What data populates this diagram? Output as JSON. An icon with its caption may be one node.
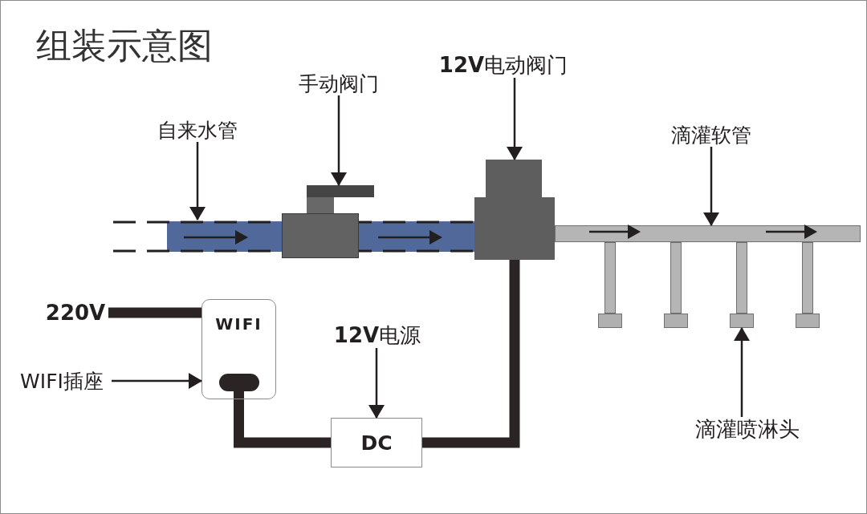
{
  "diagram": {
    "title": "组装示意图",
    "nodes": [
      {
        "text": [
          "自来水管"
        ]
      },
      {
        "text": [],
        "shape": "bar"
      },
      {
        "text": [
          "手动阀门"
        ]
      },
      {
        "text": [],
        "shape": "box"
      },
      {
        "text": [
          "**12V**电动阀门"
        ]
      },
      {
        "text": [],
        "shape": "box"
      },
      {
        "text": [
          "滴灌软管"
        ]
      },
      {
        "text": [],
        "shape": "bar"
      },
      {
        "text": [],
        "shape": "bar"
      },
      {
        "text": [],
        "shape": "bar"
      },
      {
        "text": [],
        "shape": "bar"
      },
      {
        "text": [],
        "shape": "bar"
      },
      {
        "text": [],
        "shape": "box"
      },
      {
        "text": [],
        "shape": "box"
      },
      {
        "text": [],
        "shape": "box"
      },
      {
        "text": [],
        "shape": "box"
      },
      {
        "text": [
          "滴灌喷淋头"
        ]
      },
      {
        "text": [
          "220V"
        ]
      },
      {
        "text": [
          "WIFI"
        ]
      },
      {
        "text": [
          "WIFI插座"
        ]
      },
      {
        "text": [
          "**12V**电源"
        ]
      },
      {
        "text": [
          "DC"
        ]
      }
    ],
    "edges": [
      {
        "from": 0,
        "to": 1,
        "arrow": "to"
      },
      {
        "from": 2,
        "to": 3,
        "arrow": "to"
      },
      {
        "from": 4,
        "to": 5,
        "arrow": "to"
      },
      {
        "from": 6,
        "to": 7,
        "arrow": "to"
      },
      {
        "from": 16,
        "to": 14,
        "arrow": "to"
      },
      {
        "from": 17,
        "to": 18,
        "arrow": "none",
        "style": "thick"
      },
      {
        "from": 19,
        "to": 18,
        "arrow": "to"
      },
      {
        "from": 20,
        "to": 21,
        "arrow": "to"
      },
      {
        "from": 18,
        "to": 21,
        "arrow": "none",
        "style": "thick"
      },
      {
        "from": 21,
        "to": 5,
        "arrow": "none",
        "style": "thick"
      }
    ]
  }
}
